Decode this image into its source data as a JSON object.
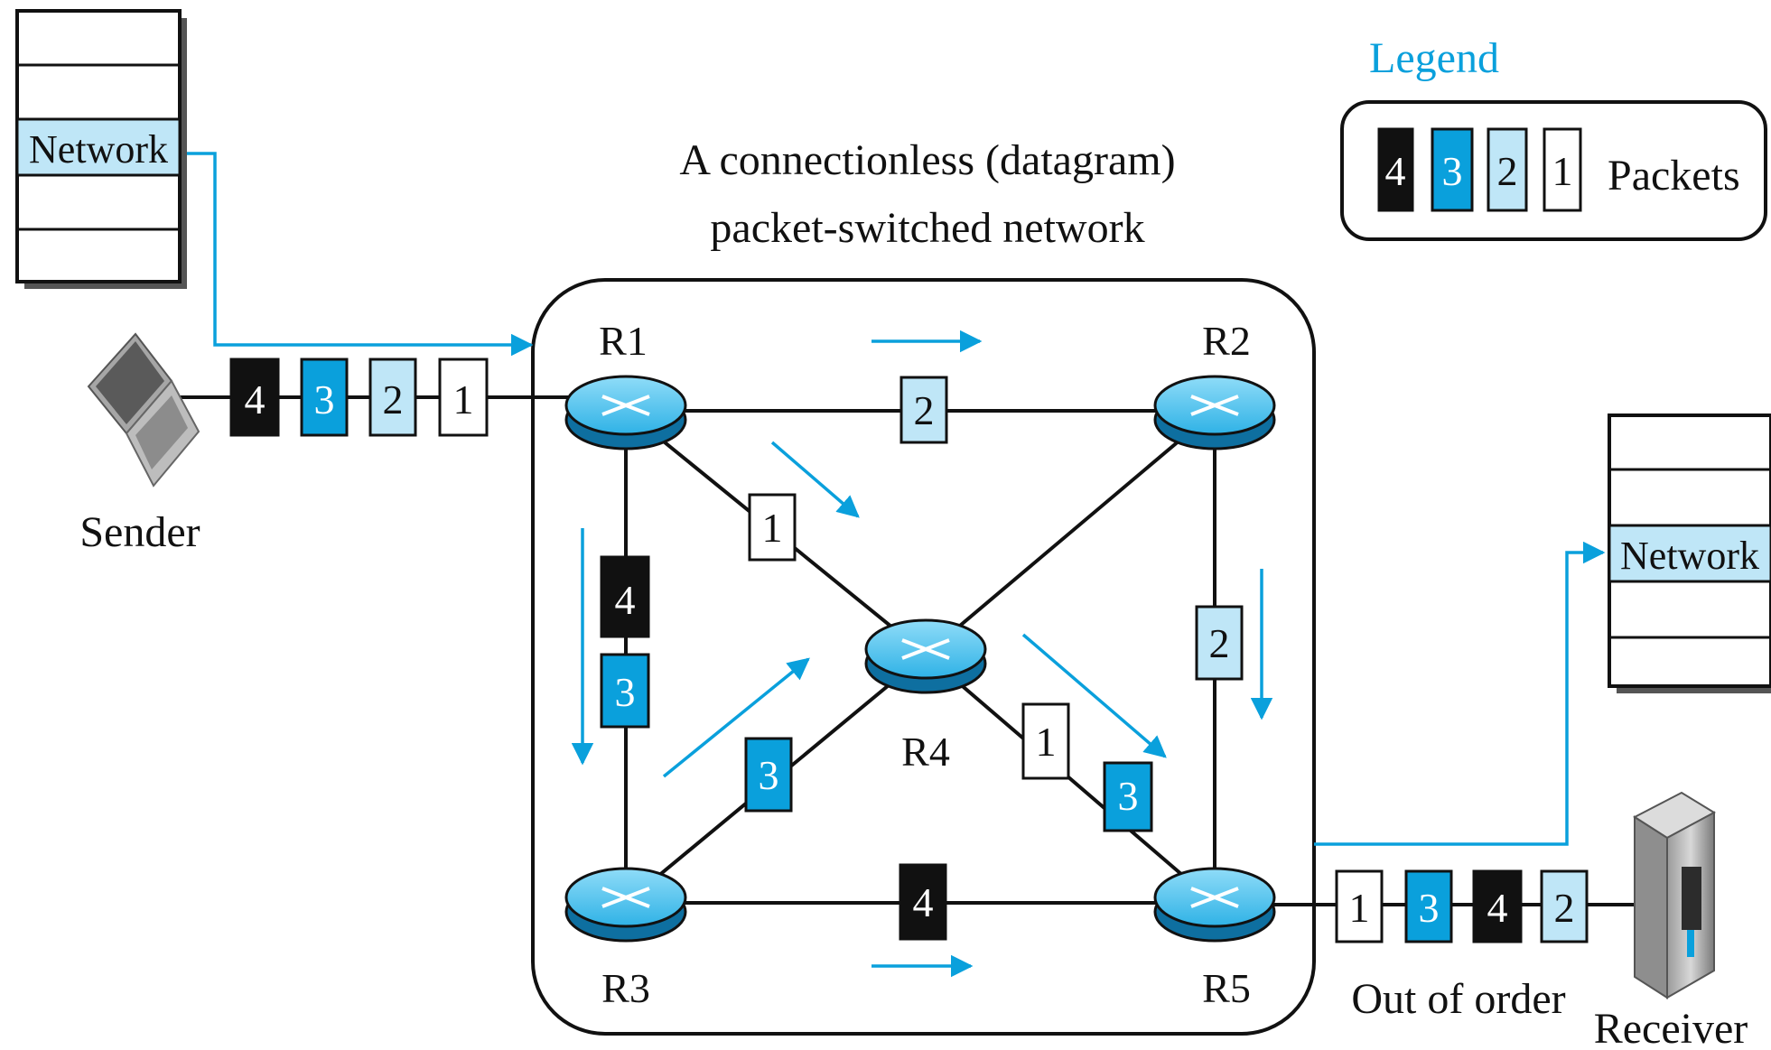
{
  "title": {
    "line1": "A connectionless (datagram)",
    "line2": "packet-switched network"
  },
  "legend": {
    "heading": "Legend",
    "packets": [
      "4",
      "3",
      "2",
      "1"
    ],
    "label": "Packets"
  },
  "sender": {
    "label": "Sender",
    "stack_layer": "Network",
    "queue": [
      "4",
      "3",
      "2",
      "1"
    ]
  },
  "receiver": {
    "label": "Receiver",
    "stack_layer": "Network",
    "queue": [
      "1",
      "3",
      "4",
      "2"
    ],
    "note": "Out of order"
  },
  "routers": {
    "r1": "R1",
    "r2": "R2",
    "r3": "R3",
    "r4": "R4",
    "r5": "R5"
  },
  "link_packets": {
    "r1_r2": "2",
    "r1_r4": "1",
    "r1_r3_a": "4",
    "r1_r3_b": "3",
    "r3_r4": "3",
    "r4_r5_a": "1",
    "r4_r5_b": "3",
    "r2_r5": "2",
    "r3_r5": "4"
  },
  "colors": {
    "packet_4": "#111111",
    "packet_3": "#0aa0dc",
    "packet_2": "#bfe6f7",
    "packet_1": "#ffffff",
    "accent": "#0aa0dc",
    "router_top": "#5fc6ee",
    "router_side": "#0e6fa0"
  }
}
